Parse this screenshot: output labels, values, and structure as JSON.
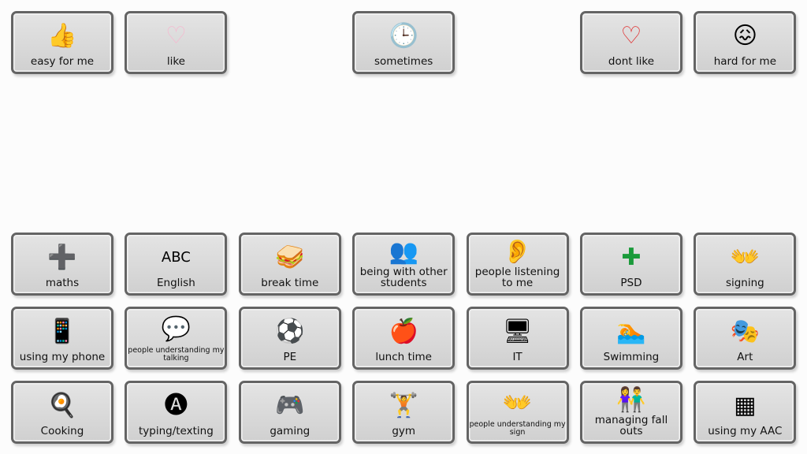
{
  "rows": [
    [
      {
        "label": "easy for me",
        "icon": "thumbs-up-face-icon",
        "glyph": "👍"
      },
      {
        "label": "like",
        "icon": "heart-icon",
        "glyph": "♡",
        "color": "#f5b8cf"
      },
      null,
      {
        "label": "sometimes",
        "icon": "clock-question-icon",
        "glyph": "🕒"
      },
      null,
      {
        "label": "dont like",
        "icon": "crossed-heart-icon",
        "glyph": "♡",
        "color": "#e03030"
      },
      {
        "label": "hard for me",
        "icon": "confused-face-icon",
        "glyph": "😖"
      }
    ],
    [
      {
        "label": "maths",
        "icon": "addition-sum-icon",
        "glyph": "➕"
      },
      {
        "label": "English",
        "icon": "abc-icon",
        "glyph": "ABC"
      },
      {
        "label": "break time",
        "icon": "snack-clock-icon",
        "glyph": "🥪"
      },
      {
        "label": "being with other students",
        "icon": "classroom-icon",
        "glyph": "👥"
      },
      {
        "label": "people listening to me",
        "icon": "ear-icon",
        "glyph": "👂"
      },
      {
        "label": "PSD",
        "icon": "psd-icon",
        "glyph": "✚",
        "color": "#1a9a3a"
      },
      {
        "label": "signing",
        "icon": "signing-hands-icon",
        "glyph": "👐"
      }
    ],
    [
      {
        "label": "using my phone",
        "icon": "phone-icon",
        "glyph": "📱"
      },
      {
        "label": "people understanding my talking",
        "icon": "talking-faces-icon",
        "glyph": "💬",
        "small": true
      },
      {
        "label": "PE",
        "icon": "sports-equipment-icon",
        "glyph": "⚽"
      },
      {
        "label": "lunch time",
        "icon": "lunch-icon",
        "glyph": "🍎"
      },
      {
        "label": "IT",
        "icon": "computer-icon",
        "glyph": "🖥"
      },
      {
        "label": "Swimming",
        "icon": "swimmer-icon",
        "glyph": "🏊"
      },
      {
        "label": "Art",
        "icon": "art-mask-icon",
        "glyph": "🎭"
      }
    ],
    [
      {
        "label": "Cooking",
        "icon": "cooking-icon",
        "glyph": "🍳"
      },
      {
        "label": "typing/texting",
        "icon": "speech-bubble-a-icon",
        "glyph": "🅐"
      },
      {
        "label": "gaming",
        "icon": "game-console-icon",
        "glyph": "🎮"
      },
      {
        "label": "gym",
        "icon": "gym-icon",
        "glyph": "🏋"
      },
      {
        "label": "people understanding my sign",
        "icon": "signing-hands-icon",
        "glyph": "👐",
        "small": true
      },
      {
        "label": "managing fall outs",
        "icon": "arguing-people-icon",
        "glyph": "👫"
      },
      {
        "label": "using my AAC",
        "icon": "aac-device-icon",
        "glyph": "▦"
      }
    ]
  ]
}
